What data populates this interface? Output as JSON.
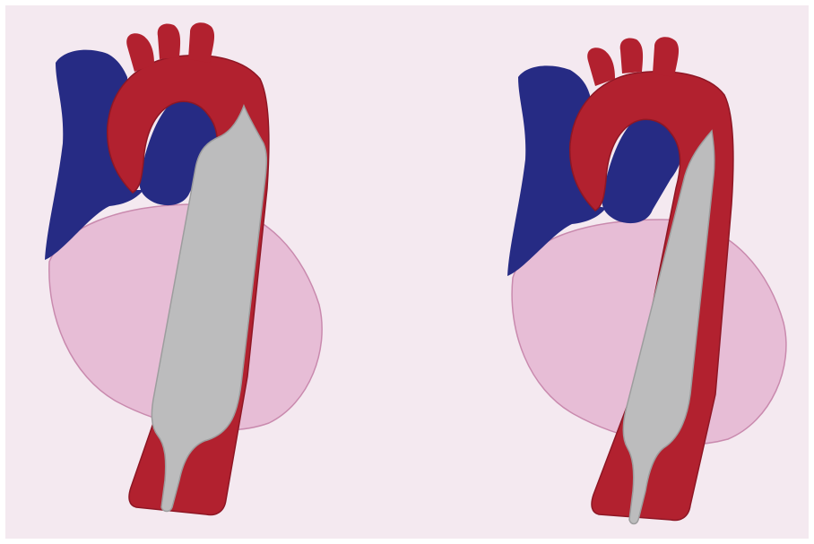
{
  "colors": {
    "background": "#f4e9f0",
    "border": "#ffffff",
    "aorta": "#b2212f",
    "aorta_edge": "#8e1725",
    "vein": "#262b84",
    "heart": "#e7bdd6",
    "heart_edge": "#c98aae",
    "balloon": "#bcbcbd",
    "balloon_edge": "#9d9d9e"
  },
  "icons": [
    "heart-shape",
    "aorta-shape",
    "balloon-catheter-shape",
    "vena-cava-shape"
  ],
  "panels": [
    {
      "id": "left",
      "balloon_state": "inflated"
    },
    {
      "id": "right",
      "balloon_state": "deflated"
    }
  ]
}
